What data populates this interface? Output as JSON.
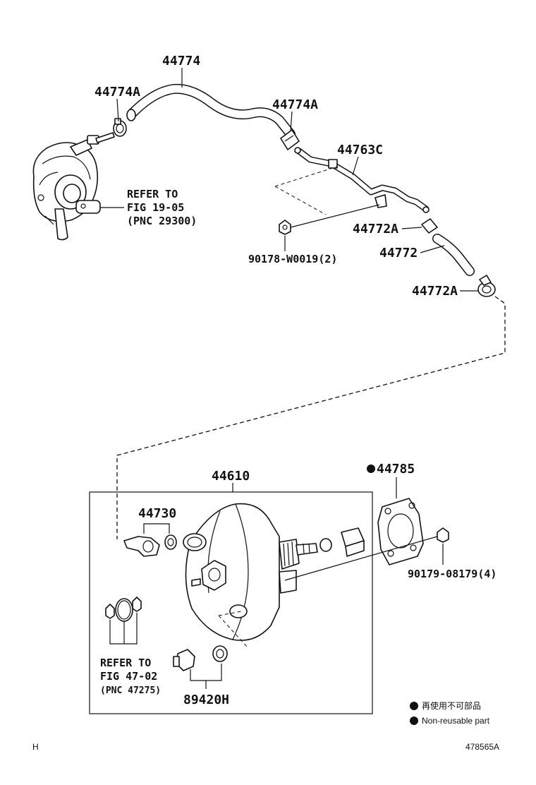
{
  "labels": {
    "hose_upper": "44774",
    "clamp_upper_left": "44774A",
    "clamp_upper_right": "44774A",
    "pipe": "44763C",
    "clamp_lower_1": "44772A",
    "hose_lower": "44772",
    "clamp_lower_2": "44772A",
    "nut_pipe": "90178-W0019(2)",
    "booster_assembly": "44610",
    "gasket": "44785",
    "check_valve": "44730",
    "nut_booster": "90179-08179(4)",
    "sensor": "89420H"
  },
  "refs": {
    "pump_line1": "REFER TO",
    "pump_line2": "FIG 19-05",
    "pump_line3": "(PNC 29300)",
    "master_line1": "REFER TO",
    "master_line2": "FIG 47-02",
    "master_line3": "(PNC 47275)"
  },
  "legend": {
    "jp": "再使用不可部品",
    "en": "Non-reusable part"
  },
  "footer": {
    "left_code": "H",
    "drawing_number": "478565A"
  }
}
